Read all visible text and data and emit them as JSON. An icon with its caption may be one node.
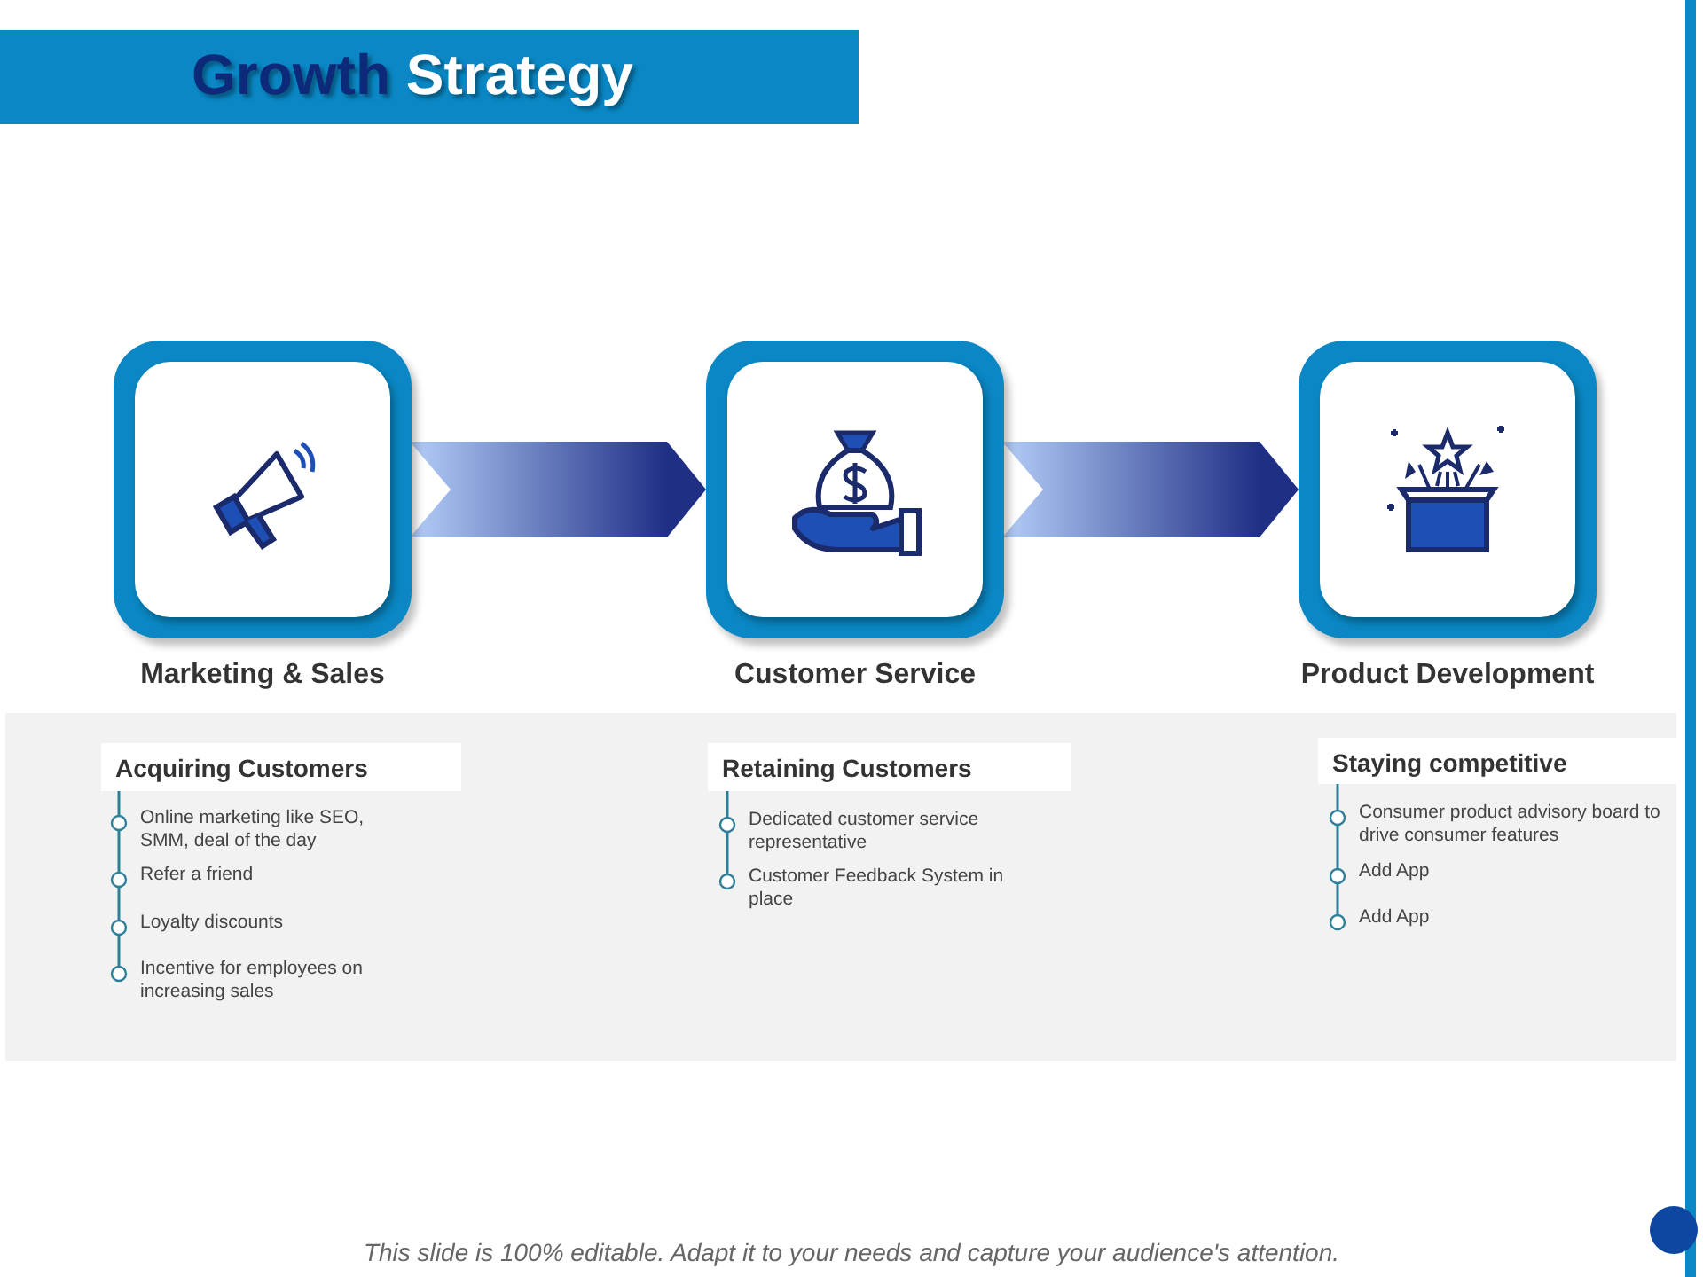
{
  "diagram": {
    "title": "Growth Strategy",
    "caption": "This slide is 100% editable. Adapt it to your needs and capture your audience's attention.",
    "nodes": [
      {
        "text": [
          "Marketing & Sales"
        ]
      },
      {
        "text": [
          "Customer Service"
        ]
      },
      {
        "text": [
          "Product Development"
        ]
      },
      {
        "text": [],
        "shape": "band"
      },
      {
        "text": [
          "Acquiring Customers"
        ],
        "in": 3,
        "beside": [
          "Online marketing like SEO, SMM,  deal of the day",
          "Refer a friend",
          "Loyalty discounts",
          "Incentive for employees on increasing sales"
        ]
      },
      {
        "text": [
          "Retaining Customers"
        ],
        "in": 3,
        "beside": [
          "Dedicated customer service representative",
          "Customer Feedback System in place"
        ]
      },
      {
        "text": [
          "Staying competitive"
        ],
        "in": 3,
        "beside": [
          "Consumer product advisory board to drive consumer features",
          "Add App",
          "Add App"
        ]
      }
    ],
    "edges": [
      {
        "from": 0,
        "to": 1,
        "arrow": "to"
      },
      {
        "from": 1,
        "to": 2,
        "arrow": "to"
      }
    ]
  }
}
